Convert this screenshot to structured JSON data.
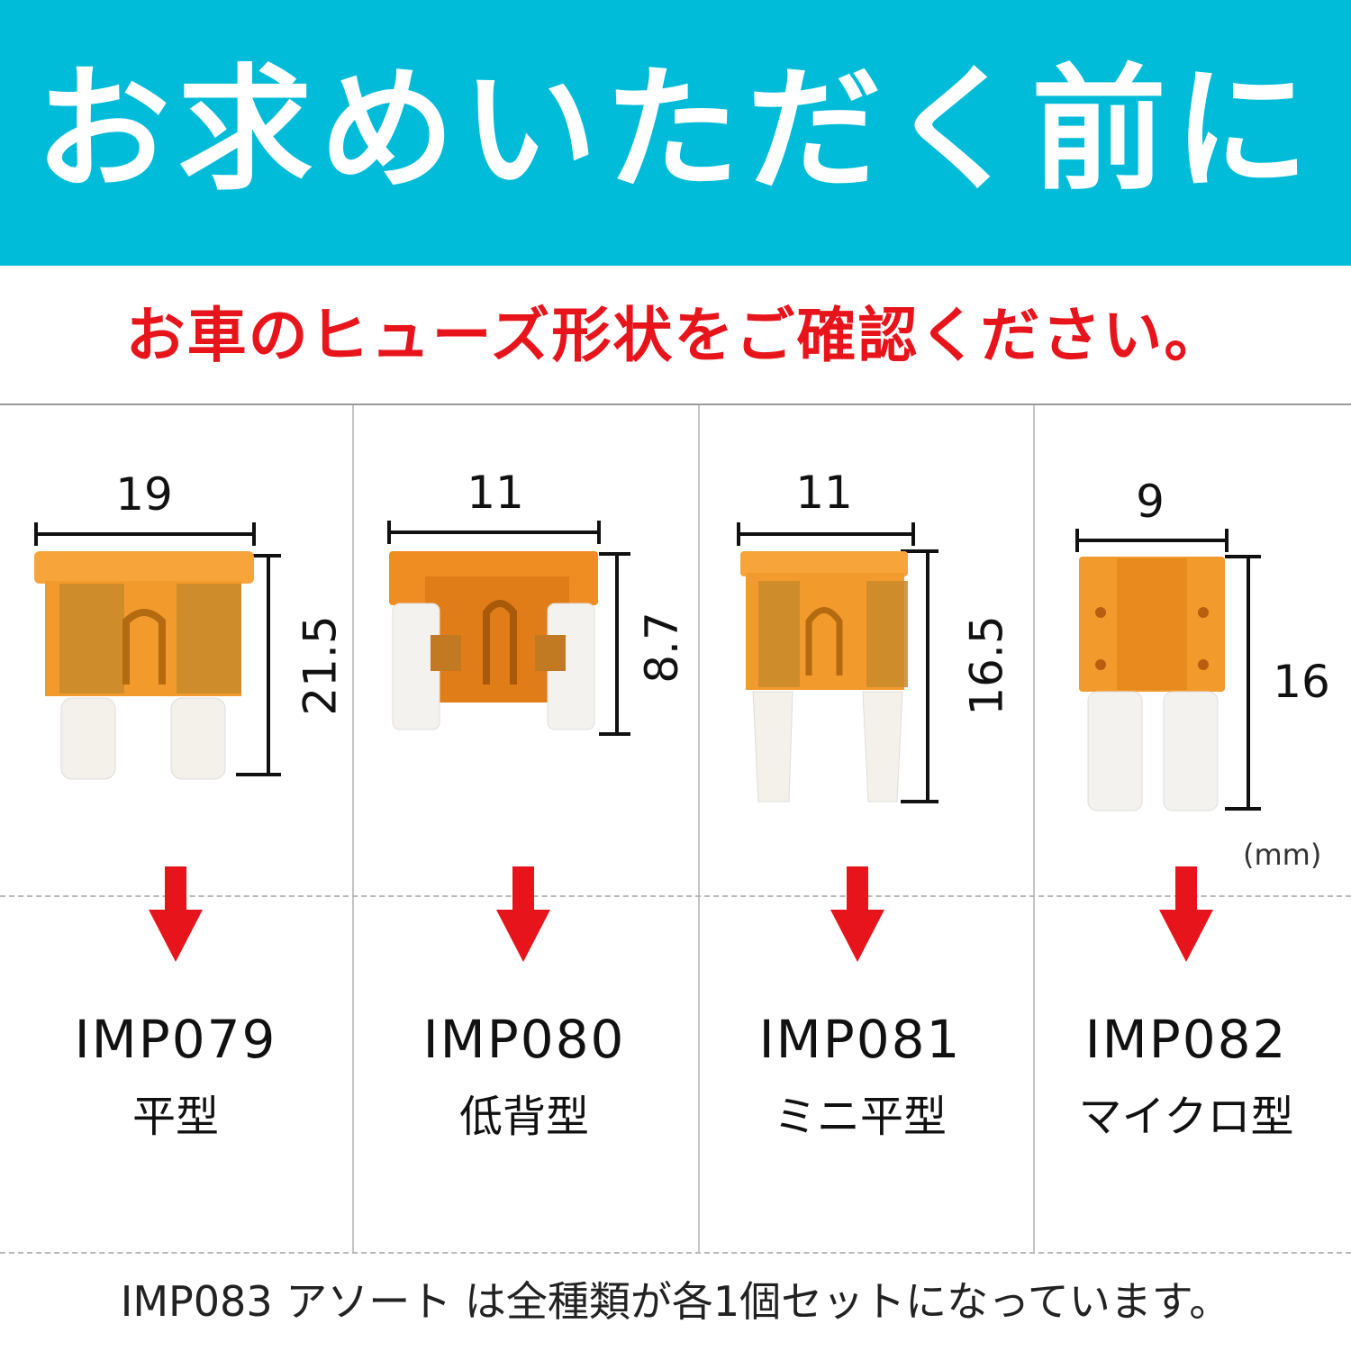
{
  "header": {
    "title": "お求めいただく前に"
  },
  "subtitle": "お車のヒューズ形状をご確認ください。",
  "unit_label": "(mm)",
  "fuses": [
    {
      "width": "19",
      "height": "21.5",
      "code": "IMP079",
      "type": "平型"
    },
    {
      "width": "11",
      "height": "8.7",
      "code": "IMP080",
      "type": "低背型"
    },
    {
      "width": "11",
      "height": "16.5",
      "code": "IMP081",
      "type": "ミニ平型"
    },
    {
      "width": "9",
      "height": "16",
      "code": "IMP082",
      "type": "マイクロ型"
    }
  ],
  "footer": "IMP083 アソート は全種類が各1個セットになっています。",
  "colors": {
    "banner": "#00bcd8",
    "accent_red": "#e8141b",
    "fuse_orange": "#f39a2c"
  }
}
